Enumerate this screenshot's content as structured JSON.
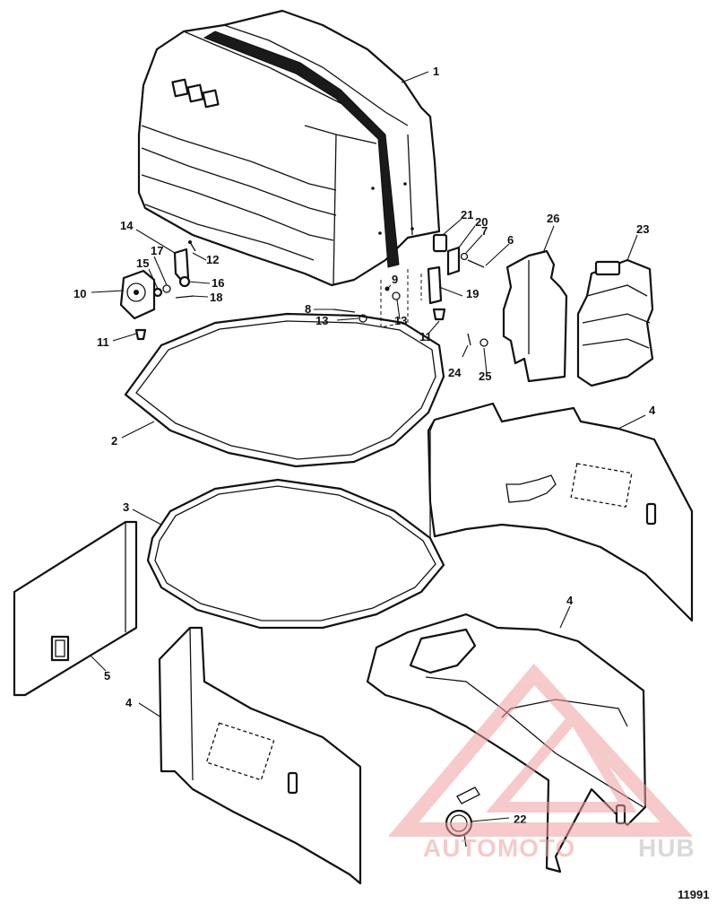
{
  "diagram": {
    "figure_number": "11991",
    "callouts": {
      "c1": "1",
      "c2": "2",
      "c3": "3",
      "c4a": "4",
      "c4b": "4",
      "c4c": "4",
      "c5": "5",
      "c6": "6",
      "c7": "7",
      "c8": "8",
      "c9": "9",
      "c10": "10",
      "c11a": "11",
      "c11b": "11",
      "c12": "12",
      "c13a": "13",
      "c13b": "13",
      "c14": "14",
      "c15": "15",
      "c16": "16",
      "c17": "17",
      "c18": "18",
      "c19": "19",
      "c20": "20",
      "c21": "21",
      "c22": "22",
      "c23": "23",
      "c24": "24",
      "c25": "25",
      "c26": "26"
    }
  },
  "watermark": {
    "text_part1": "AUTOMOTO",
    "text_part2": "HUB",
    "color_primary": "#f0a0a0",
    "color_secondary": "#bbbbbb"
  }
}
